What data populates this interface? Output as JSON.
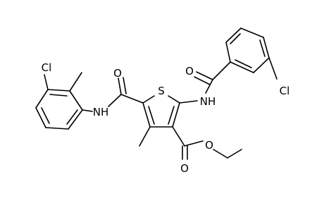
{
  "structure": {
    "atoms": {
      "sulfur": "S",
      "amide_left_oxygen": "O",
      "amide_left_nh": "NH",
      "chloro_left": "Cl",
      "amide_right_oxygen": "O",
      "amide_right_nh": "NH",
      "chloro_right": "Cl",
      "ester_carbonyl_oxygen": "O",
      "ester_ether_oxygen": "O"
    }
  }
}
